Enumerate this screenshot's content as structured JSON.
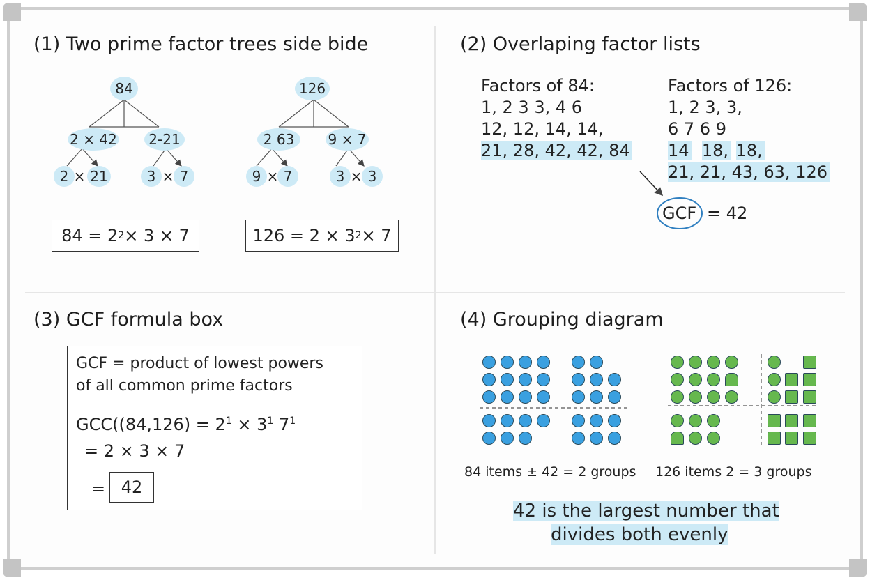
{
  "panels": {
    "p1": {
      "title": "(1) Two prime factor trees side bide",
      "tree84": {
        "root": "84",
        "left": "2 × 42",
        "right": "2-21",
        "ll_a": "2",
        "ll_op": "×",
        "ll_b": "21",
        "rl_a": "3",
        "rl_op": "×",
        "rl_b": "7"
      },
      "tree126": {
        "root": "126",
        "left": "2 63",
        "right": "9 × 7",
        "ll_a": "9",
        "ll_op": "×",
        "ll_b": "7",
        "rl_a": "3",
        "rl_op": "×",
        "rl_b": "3"
      },
      "eq84": {
        "pre": "84 = 2",
        "exp": "2",
        "post": " × 3 × 7"
      },
      "eq126": {
        "pre": "126 = 2 × 3",
        "exp": "2",
        "post": " × 7"
      }
    },
    "p2": {
      "title": "(2) Overlaping factor lists",
      "list84": {
        "header": "Factors of 84:",
        "line1": "1,  2  3  3,  4  6",
        "line2": "12,  12,   14,  14,",
        "line3": "21,  28,  42,  42,  84"
      },
      "list126": {
        "header": "Factors of 126:",
        "line1": "1,  2  3,  3,",
        "line2": "6  7  6  9",
        "line3a": "14",
        "line3b": "18,",
        "line3c": "18,",
        "line4": "21,  21,   43,  63,  126"
      },
      "gcf_label": "GCF",
      "gcf_value": "= 42"
    },
    "p3": {
      "title": "(3) GCF formula box",
      "def1": "GCF = product of lowest powers",
      "def2": "of all common prime factors",
      "gcc_pre": "GCC((84,126) = 2",
      "exp1": "1",
      "gcc_mid": " × 3",
      "exp2": "1",
      "gcc_mid2": " 7",
      "exp3": "1",
      "line2": "= 2 × 3 × 7",
      "eq_sign": "=",
      "result": "42"
    },
    "p4": {
      "title": "(4) Grouping diagram",
      "caption84": "84 items ± 42 = 2 groups",
      "caption126": "126  items  2 = 3 groups",
      "conclusion1": "42 is the largest number that",
      "conclusion2": "divides both evenly"
    }
  },
  "colors": {
    "highlight": "#cdeaf6",
    "blue_item": "#3aa0e0",
    "green_item": "#66b84e",
    "gcf_circle": "#2f7fc0"
  }
}
